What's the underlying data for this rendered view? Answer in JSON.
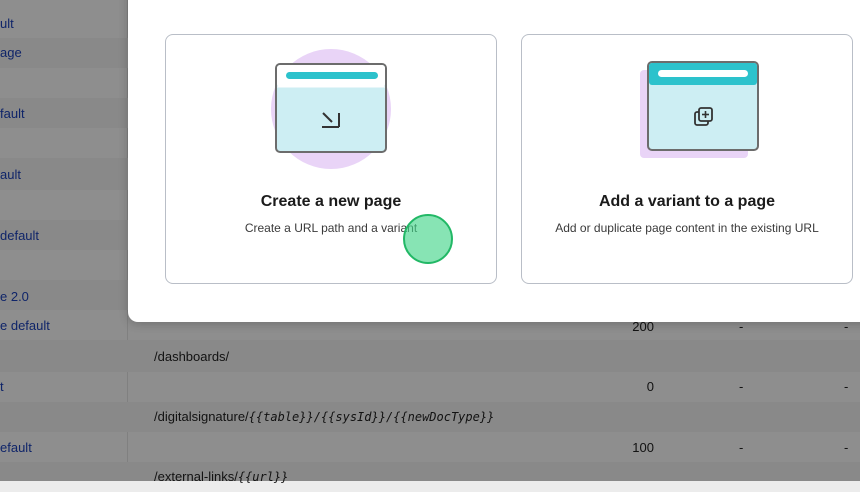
{
  "background_table": {
    "rows": [
      {
        "name": "ult",
        "path": "",
        "num": "",
        "dash1": "",
        "dash2": ""
      },
      {
        "name": "age",
        "path": "",
        "num": "",
        "dash1": "",
        "dash2": ""
      },
      {
        "name": "",
        "path": "",
        "num": "",
        "dash1": "",
        "dash2": ""
      },
      {
        "name": "fault",
        "path": "",
        "num": "",
        "dash1": "",
        "dash2": ""
      },
      {
        "name": "",
        "path": "",
        "num": "",
        "dash1": "",
        "dash2": ""
      },
      {
        "name": "ault",
        "path": "",
        "num": "",
        "dash1": "",
        "dash2": ""
      },
      {
        "name": "",
        "path": "",
        "num": "",
        "dash1": "",
        "dash2": ""
      },
      {
        "name": "default",
        "path": "",
        "num": "",
        "dash1": "",
        "dash2": ""
      },
      {
        "name": "",
        "path": "",
        "num": "",
        "dash1": "",
        "dash2": ""
      },
      {
        "name": "e 2.0",
        "path": "",
        "num": "",
        "dash1": "",
        "dash2": ""
      },
      {
        "name": "e default",
        "path": "",
        "num": "200",
        "dash1": "-",
        "dash2": "-"
      },
      {
        "name": "",
        "path": "/dashboards/",
        "num": "",
        "dash1": "",
        "dash2": ""
      },
      {
        "name": "t",
        "path": "",
        "num": "0",
        "dash1": "-",
        "dash2": "-"
      },
      {
        "name": "",
        "path_prefix": "/digitalsignature/",
        "path_vars": "{{table}}/{{sysId}}/{{newDocType}}",
        "num": "",
        "dash1": "",
        "dash2": ""
      },
      {
        "name": "efault",
        "path": "",
        "num": "100",
        "dash1": "-",
        "dash2": "-"
      },
      {
        "name": "",
        "path_prefix": "/external-links/",
        "path_vars": "{{url}}",
        "num": "",
        "dash1": "",
        "dash2": ""
      }
    ]
  },
  "modal": {
    "cards": [
      {
        "title": "Create a new page",
        "description": "Create a URL path and a variant",
        "icon": "new-page-icon"
      },
      {
        "title": "Add a variant to a page",
        "description": "Add or duplicate page content in the existing URL",
        "icon": "duplicate-page-icon"
      }
    ]
  },
  "colors": {
    "accent_teal": "#2cc2cc",
    "panel_light_blue": "#cdeef3",
    "lavender": "#e9d4f7",
    "link_blue": "#1a3fb5",
    "cursor_green": "#46d68c"
  }
}
